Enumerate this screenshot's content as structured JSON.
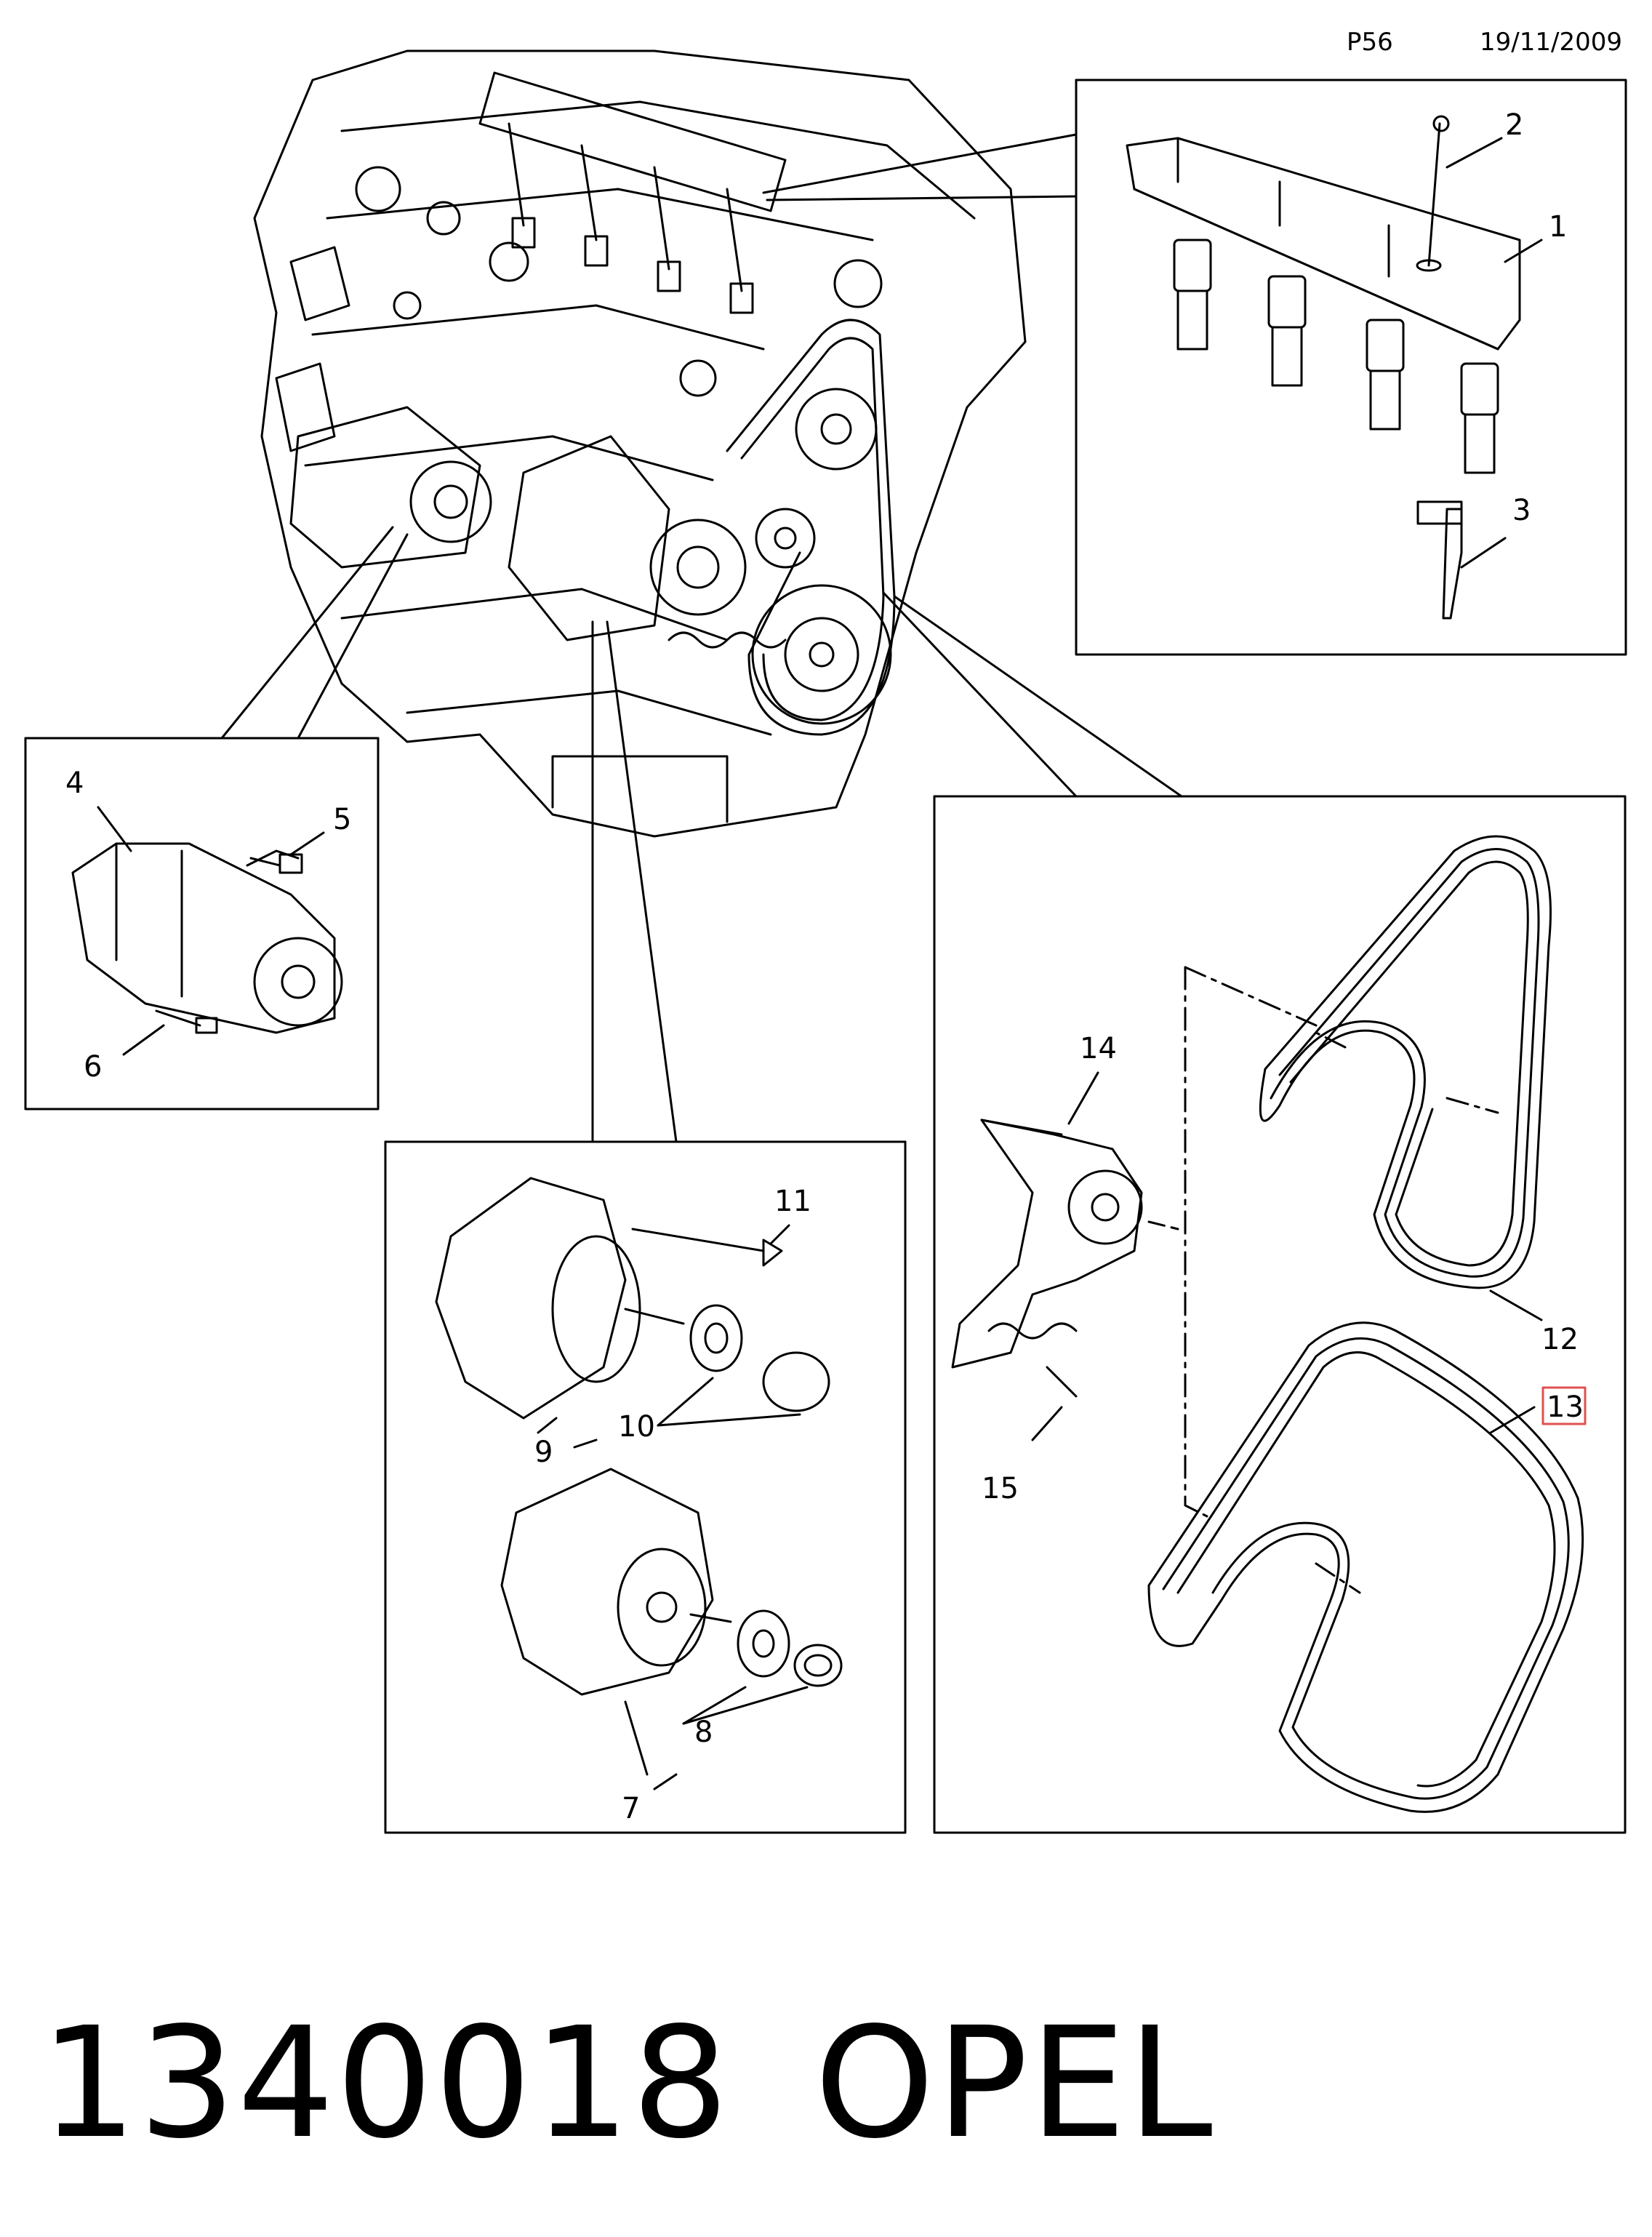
{
  "header": {
    "page": "P56",
    "date": "19/11/2009"
  },
  "callouts": [
    "1",
    "2",
    "3",
    "4",
    "5",
    "6",
    "7",
    "8",
    "9",
    "10",
    "11",
    "12",
    "13",
    "14",
    "15"
  ],
  "highlighted_callout": "13",
  "footer": {
    "part_number": "1340018",
    "brand": "OPEL"
  }
}
